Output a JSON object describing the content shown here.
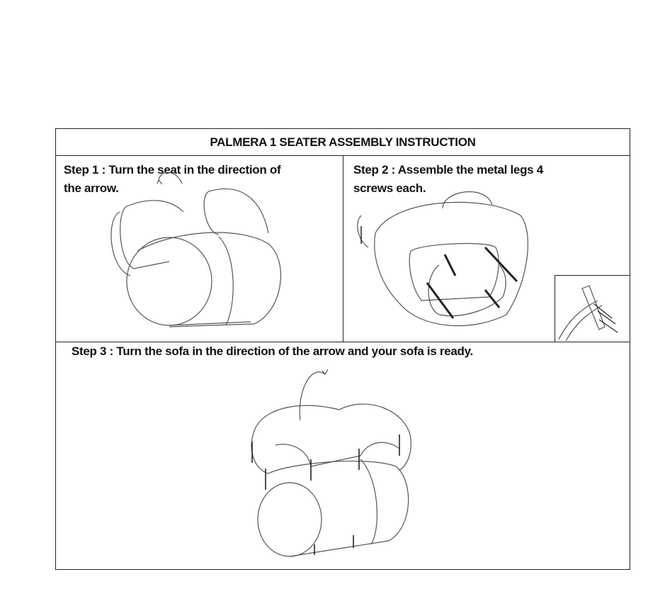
{
  "document": {
    "title": "PALMERA 1 SEATER ASSEMBLY INSTRUCTION",
    "steps": [
      {
        "text_line1": "Step 1 : Turn the seat in the direction of",
        "text_line2": "the arrow."
      },
      {
        "text_line1": "Step 2 : Assemble the metal legs 4",
        "text_line2": "screws each."
      },
      {
        "text": "Step 3 : Turn the sofa in the direction of the arrow and your sofa is ready."
      }
    ]
  }
}
